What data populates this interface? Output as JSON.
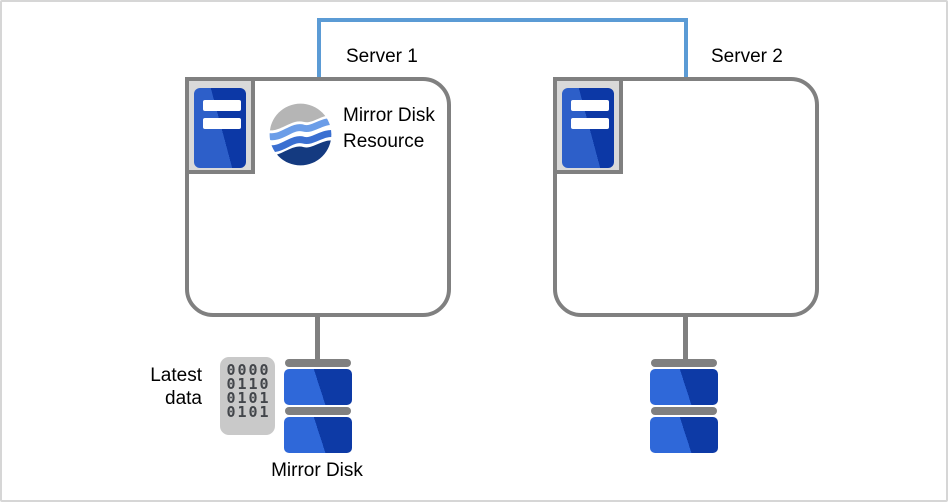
{
  "servers": [
    {
      "label": "Server 1"
    },
    {
      "label": "Server 2"
    }
  ],
  "mirror_disk_resource_label": "Mirror Disk Resource",
  "latest_data_label": "Latest data",
  "mirror_disk_label": "Mirror Disk",
  "binary_block": {
    "rows": [
      "0000",
      "0110",
      "0101",
      "0101"
    ]
  },
  "colors": {
    "interconnect_blue": "#5b9bd5",
    "outline_gray": "#808080",
    "icon_frame_gray": "#d9d9d9",
    "tower_light_blue": "#2d5fc9",
    "tower_dark_blue": "#0c38a6",
    "disk_light_blue": "#2f68d9",
    "disk_dark_blue": "#0d3aa6",
    "swirl_gray": "#b5b5b5",
    "swirl_light_blue": "#6b9de8",
    "swirl_mid_blue": "#3a6fd1",
    "swirl_navy": "#143a80",
    "binary_bg_gray": "#c9c9c9",
    "binary_digit_gray": "#43464b"
  }
}
